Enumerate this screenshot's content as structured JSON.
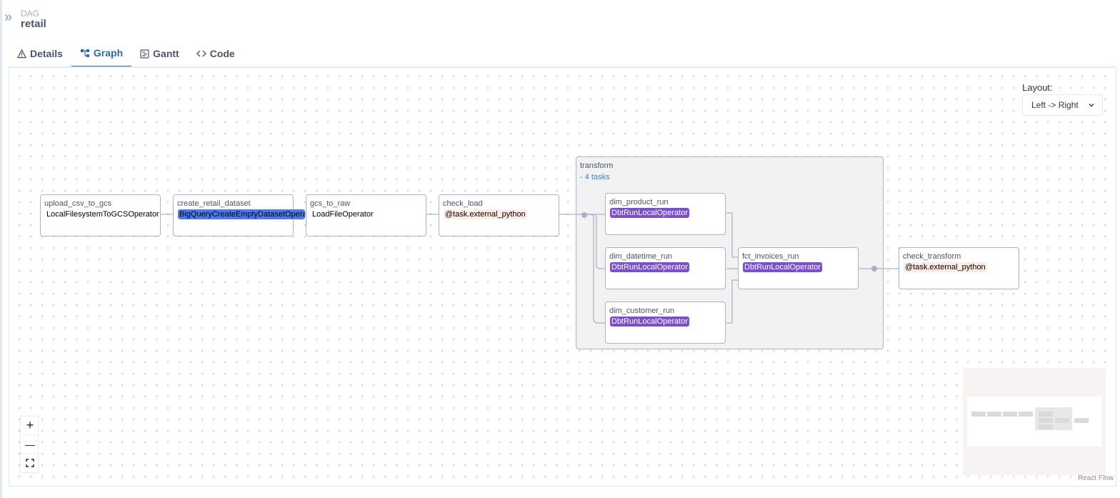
{
  "header": {
    "collapse_icon": "double-chevron-right-icon",
    "dag_label": "DAG",
    "dag_name": "retail"
  },
  "tabs": [
    {
      "label": "Details",
      "icon": "warning-triangle-icon",
      "active": false
    },
    {
      "label": "Graph",
      "icon": "graph-icon",
      "active": true
    },
    {
      "label": "Gantt",
      "icon": "gantt-icon",
      "active": false
    },
    {
      "label": "Code",
      "icon": "code-icon",
      "active": false
    }
  ],
  "layout": {
    "label": "Layout:",
    "selected": "Left -> Right"
  },
  "graph": {
    "nodes": {
      "upload": {
        "task_id": "upload_csv_to_gcs",
        "operator": "LocalFilesystemToGCSOperator"
      },
      "create": {
        "task_id": "create_retail_dataset",
        "operator": "BigQueryCreateEmptyDatasetOperator"
      },
      "gcs_raw": {
        "task_id": "gcs_to_raw",
        "operator": "LoadFileOperator"
      },
      "check_load": {
        "task_id": "check_load",
        "operator": "@task.external_python"
      },
      "dim_product": {
        "task_id": "dim_product_run",
        "operator": "DbtRunLocalOperator"
      },
      "dim_datetime": {
        "task_id": "dim_datetime_run",
        "operator": "DbtRunLocalOperator"
      },
      "dim_customer": {
        "task_id": "dim_customer_run",
        "operator": "DbtRunLocalOperator"
      },
      "fct_invoices": {
        "task_id": "fct_invoices_run",
        "operator": "DbtRunLocalOperator"
      },
      "check_transform": {
        "task_id": "check_transform",
        "operator": "@task.external_python"
      }
    },
    "group": {
      "title": "transform",
      "subtitle": "- 4 tasks"
    },
    "colors": {
      "dbt": "#7a4fd1",
      "bigquery": "#4b79f0",
      "python": "#fdece4",
      "edge": "#a9b4c2"
    }
  },
  "controls": {
    "zoom_in": "+",
    "zoom_out": "—",
    "fit_icon": "fit-view-icon"
  },
  "attribution": "React Flow"
}
